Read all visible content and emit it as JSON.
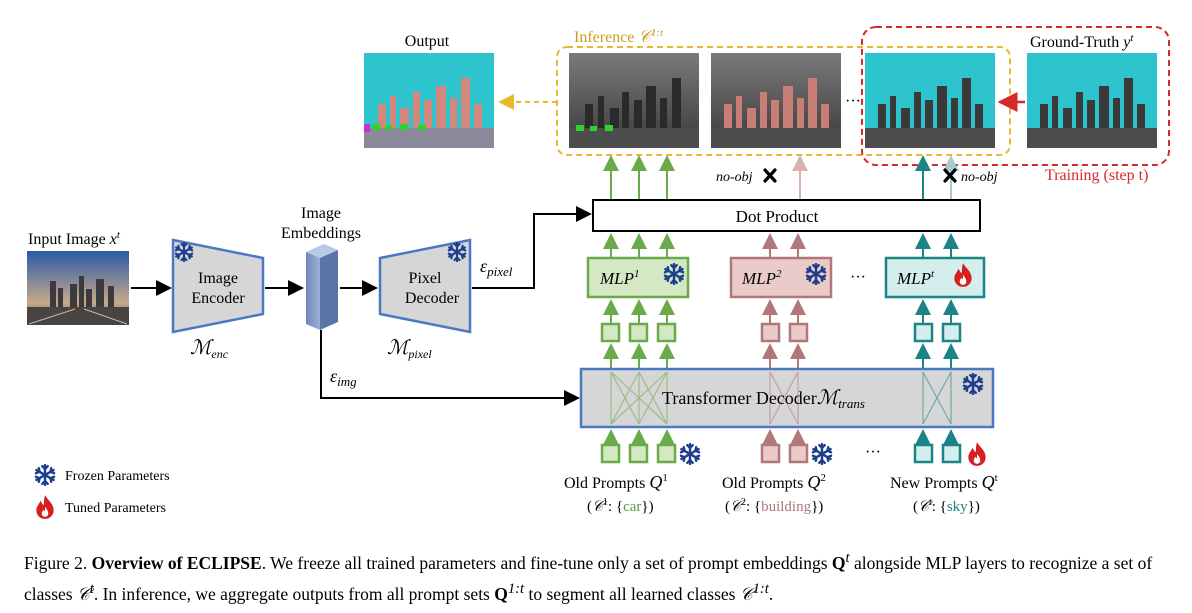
{
  "figure": {
    "input_label": "Input Image",
    "input_var": "x",
    "input_sup": "t",
    "encoder_line1": "Image",
    "encoder_line2": "Encoder",
    "encoder_sym": "ℳ",
    "encoder_sub": "enc",
    "embeddings_line1": "Image",
    "embeddings_line2": "Embeddings",
    "eps_img_sym": "ε",
    "eps_img_sub": "img",
    "pixel_line1": "Pixel",
    "pixel_line2": "Decoder",
    "pixel_sym": "ℳ",
    "pixel_sub": "pixel",
    "eps_pixel_sym": "ε",
    "eps_pixel_sub": "pixel",
    "output_label": "Output",
    "inference_label": "Inference",
    "inference_sym": "𝒞",
    "inference_sup": "1:t",
    "gt_label": "Ground-Truth",
    "gt_var": "y",
    "gt_sup": "t",
    "training_label": "Training (step t)",
    "noobj_left": "no-obj",
    "noobj_right": "no-obj",
    "dot_product": "Dot Product",
    "mlp1": "MLP",
    "mlp1_sup": "1",
    "mlp2": "MLP",
    "mlp2_sup": "2",
    "mlpt": "MLP",
    "mlpt_sup": "t",
    "ellipsis": "···",
    "transformer_label": "Transformer Decoder",
    "transformer_sym": "ℳ",
    "transformer_sub": "trans",
    "prompts": [
      {
        "title": "Old Prompts",
        "var": "Q",
        "sup": "1",
        "set_sym": "𝒞",
        "set_sup": "1",
        "cls": "car"
      },
      {
        "title": "Old Prompts",
        "var": "Q",
        "sup": "2",
        "set_sym": "𝒞",
        "set_sup": "2",
        "cls": "building"
      },
      {
        "title": "New Prompts",
        "var": "Q",
        "sup": "t",
        "set_sym": "𝒞",
        "set_sup": "t",
        "cls": "sky"
      }
    ],
    "legend_frozen": "Frozen Parameters",
    "legend_tuned": "Tuned Parameters"
  },
  "colors": {
    "green": "#6aaa4a",
    "green_fill": "#d5e8c4",
    "rose": "#b07878",
    "rose_fill": "#ebcaca",
    "teal": "#1c8486",
    "teal_fill": "#d4eeee",
    "blue": "#4a78c2",
    "gray_fill": "#d6d6d6",
    "inference": "#e8b830",
    "training": "#d42a2a",
    "snow": "#1c3e8c",
    "fire": "#d62020"
  },
  "caption": {
    "fig": "Figure 2.",
    "title": "Overview of ECLIPSE",
    "text1": ". We freeze all trained parameters and fine-tune only a set of prompt embeddings ",
    "q": "Q",
    "q_sup": "t",
    "text2": " alongside MLP layers to recognize a set of classes ",
    "c": "𝒞",
    "c_sup": "t",
    "text3": ". In inference, we aggregate outputs from all prompt sets ",
    "q2": "Q",
    "q2_sup": "1:t",
    "text4": " to segment all learned classes ",
    "c2": "𝒞",
    "c2_sup": "1:t",
    "text5": "."
  }
}
